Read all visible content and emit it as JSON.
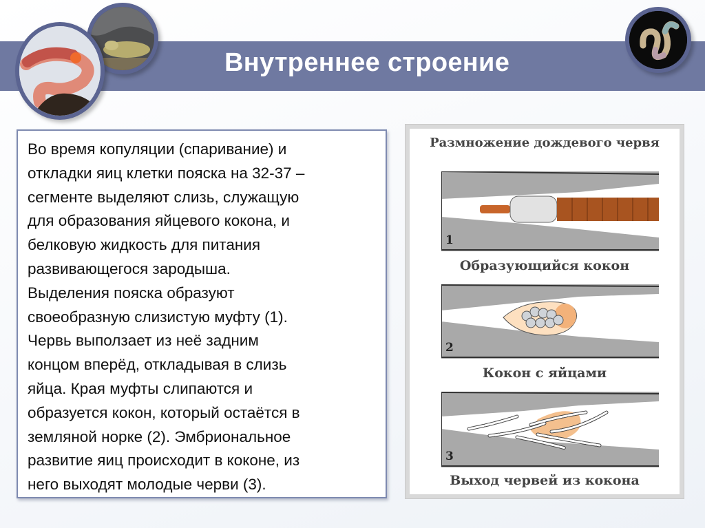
{
  "slide": {
    "title": "Внутреннее строение",
    "colors": {
      "title_band": "#6f79a1",
      "circle_border": "#5b6491",
      "text_box_border": "#7e8ab0"
    },
    "images": [
      {
        "name": "earthworm-photo",
        "description": "earthworm on soil"
      },
      {
        "name": "slug-photo",
        "description": "slug on ground"
      },
      {
        "name": "polychaete-photo",
        "description": "marine bristle worm on black background"
      }
    ]
  },
  "text_box": {
    "body": "Во время копуляции (спаривание) и\nоткладки яиц клетки пояска на 32-37 –\nсегменте выделяют слизь, служащую\nдля образования яйцевого кокона, и\nбелковую жидкость для питания\nразвивающегося зародыша.\nВыделения пояска образуют\nсвоеобразную слизистую муфту (1).\nЧервь выползает из неё задним\nконцом вперёд, откладывая в слизь\nяйца. Края муфты слипаются и\nобразуется кокон, который остаётся в\nземляной норке (2). Эмбриональное\nразвитие яиц происходит в коконе, из\nнего выходят молодые черви (3)."
  },
  "figure": {
    "title": "Размножение дождевого червя",
    "panels": [
      {
        "number": "1",
        "caption": "Образующийся кокон"
      },
      {
        "number": "2",
        "caption": "Кокон с яйцами"
      },
      {
        "number": "3",
        "caption": "Выход червей из кокона"
      }
    ]
  }
}
